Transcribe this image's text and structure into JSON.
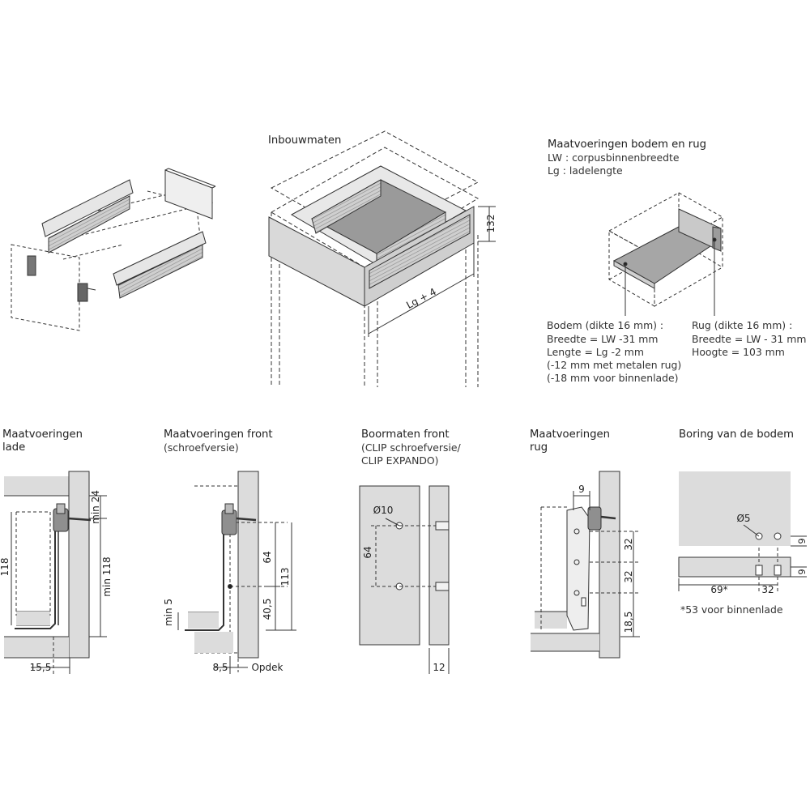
{
  "sections": {
    "inbouwmaten": {
      "title": "Inbouwmaten",
      "dims": {
        "height": "132",
        "length": "Lg + 4"
      }
    },
    "bodem_rug": {
      "title": "Maatvoeringen bodem en rug",
      "legend": [
        "LW : corpusbinnenbreedte",
        "Lg : ladelengte"
      ],
      "bodem_notes": [
        "Bodem (dikte 16 mm) :",
        "Breedte = LW -31 mm",
        "Lengte = Lg -2 mm",
        "(-12 mm met metalen rug)",
        "(-18 mm voor binnenlade)"
      ],
      "rug_notes": [
        "Rug (dikte 16 mm) :",
        "Breedte = LW - 31 mm",
        "Hoogte = 103 mm"
      ]
    },
    "lade": {
      "title": [
        "Maatvoeringen",
        "lade"
      ],
      "dims": {
        "h118": "118",
        "min24": "min 24",
        "min118": "min 118",
        "w155": "15,5"
      }
    },
    "front": {
      "title": "Maatvoeringen front",
      "subtitle": "(schroefversie)",
      "dims": {
        "min5": "min 5",
        "d64": "64",
        "d405": "40,5",
        "d113": "113",
        "d85": "8,5",
        "opdek": "Opdek"
      }
    },
    "boormaten": {
      "title": "Boormaten front",
      "subtitle": [
        "(CLIP schroefversie/",
        "CLIP EXPANDO)"
      ],
      "dims": {
        "dia10": "Ø10",
        "d64": "64",
        "d12": "12"
      }
    },
    "rug": {
      "title": [
        "Maatvoeringen",
        "rug"
      ],
      "dims": {
        "d9": "9",
        "d32a": "32",
        "d32b": "32",
        "d185": "18,5"
      }
    },
    "boring": {
      "title": "Boring van de bodem",
      "dims": {
        "dia5": "Ø5",
        "d9a": "9",
        "d9b": "9",
        "d69": "69*",
        "d32": "32"
      },
      "note": "*53 voor binnenlade"
    }
  }
}
